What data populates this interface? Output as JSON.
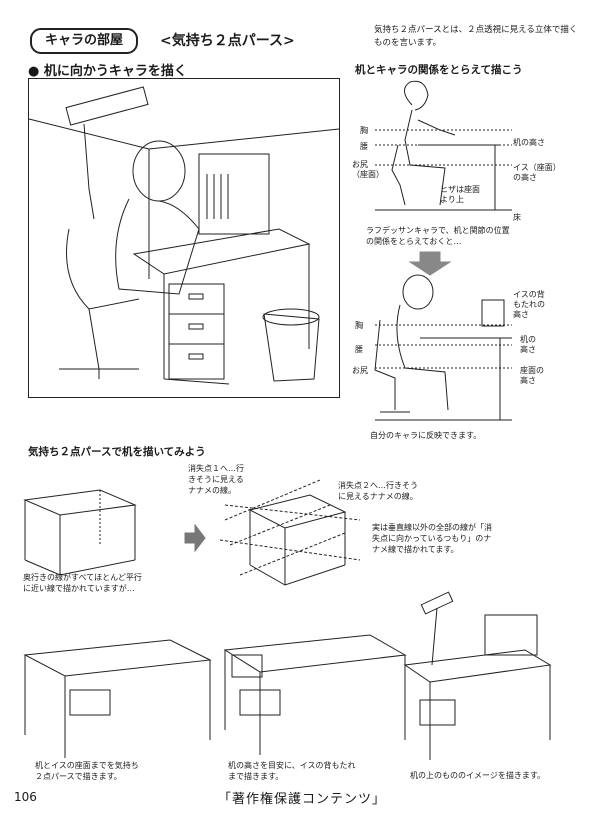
{
  "header": {
    "tag": "キャラの部屋",
    "subtitle": "<気持ち２点パース>",
    "intro": "気持ち２点パースとは、２点透視に見える立体で描くものを言います。"
  },
  "section1": {
    "title": "● 机に向かうキャラを描く"
  },
  "section2": {
    "title": "机とキャラの関係をとらえて描こう",
    "upper_labels": {
      "chest": "胸",
      "waist": "腰",
      "hip": "お尻\n（座面）",
      "desk_height": "机の高さ",
      "chair_height": "イス（座面）\nの高さ",
      "knee": "ヒザは座面\nより上",
      "floor": "床"
    },
    "caption_mid": "ラフデッサンキャラで、机と関節の位置の関係をとらえておくと…",
    "lower_labels": {
      "chest": "胸",
      "waist": "腰",
      "hip": "お尻",
      "backrest": "イスの背\nもたれの\n高さ",
      "desk_height": "机の\n高さ",
      "seat_height": "座面の\n高さ"
    },
    "caption_bottom": "自分のキャラに反映できます。"
  },
  "section3": {
    "title": "気持ち２点パースで机を描いてみよう",
    "note_vp1": "消失点１へ…行\nきそうに見える\nナナメの線。",
    "note_vp2": "消失点２へ…行きそう\nに見えるナナメの線。",
    "note_right": "実は垂直線以外の全部の線が「消\n失点に向かっているつもり」のナ\nナメ線で描かれてます。",
    "note_left": "奥行きの線がすべてほとんど平行\nに近い線で描かれていますが…",
    "caption1": "机とイスの座面までを気持ち\n２点パースで描きます。",
    "caption2": "机の高さを目安に、イスの背もたれ\nまで描きます。",
    "caption3": "机の上のもののイメージを描きます。"
  },
  "footer": {
    "page_number": "106",
    "watermark": "「著作権保護コンテンツ」"
  }
}
